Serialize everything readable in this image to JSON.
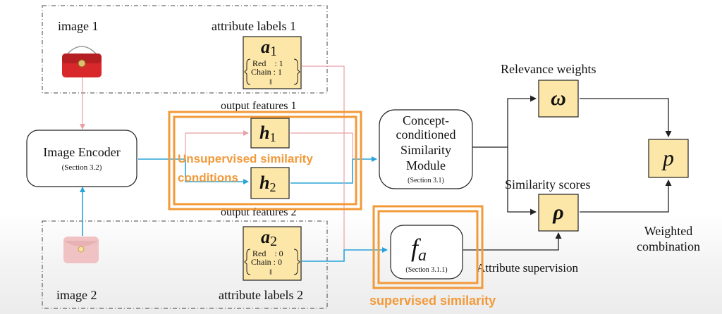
{
  "image1": {
    "label": "image 1",
    "color": "#d8282b"
  },
  "image2": {
    "label": "image 2",
    "color": "#f0c2c4"
  },
  "attr1": {
    "label": "attribute labels 1",
    "symbol": "a",
    "subscript": "1",
    "rows": [
      "Red    : 1",
      "Chain : 1"
    ],
    "more": "∥"
  },
  "attr2": {
    "label": "attribute labels 2",
    "symbol": "a",
    "subscript": "2",
    "rows": [
      "Red    : 0",
      "Chain : 0"
    ],
    "more": "∥"
  },
  "encoder": {
    "title": "Image Encoder",
    "section": "(Section 3.2)"
  },
  "features": {
    "label1": "output features 1",
    "label2": "output features 2",
    "h1_symbol": "h",
    "h1_sub": "1",
    "h2_symbol": "h",
    "h2_sub": "2"
  },
  "similarity_module": {
    "lines": [
      "Concept-",
      "conditioned",
      "Similarity",
      "Module"
    ],
    "section": "(Section 3.1)"
  },
  "relevance": {
    "label": "Relevance weights",
    "symbol": "ω"
  },
  "scores": {
    "label": "Similarity scores",
    "symbol": "ρ"
  },
  "output": {
    "symbol": "p",
    "label_lines": [
      "Weighted",
      "combination"
    ]
  },
  "fa": {
    "symbol": "f",
    "subscript": "a",
    "section": "(Section 3.1.1)"
  },
  "attribute_supervision": "Attribute supervision",
  "highlights": {
    "unsupervised_lines": [
      "Unsupervised similarity",
      "conditions"
    ],
    "supervised": "supervised similarity",
    "color": "#f29a3a"
  },
  "colors": {
    "box_fill": "#fde7a8",
    "arrow_blue": "#29a3d8",
    "arrow_pink": "#e8a0a8",
    "arrow_black": "#222222"
  }
}
